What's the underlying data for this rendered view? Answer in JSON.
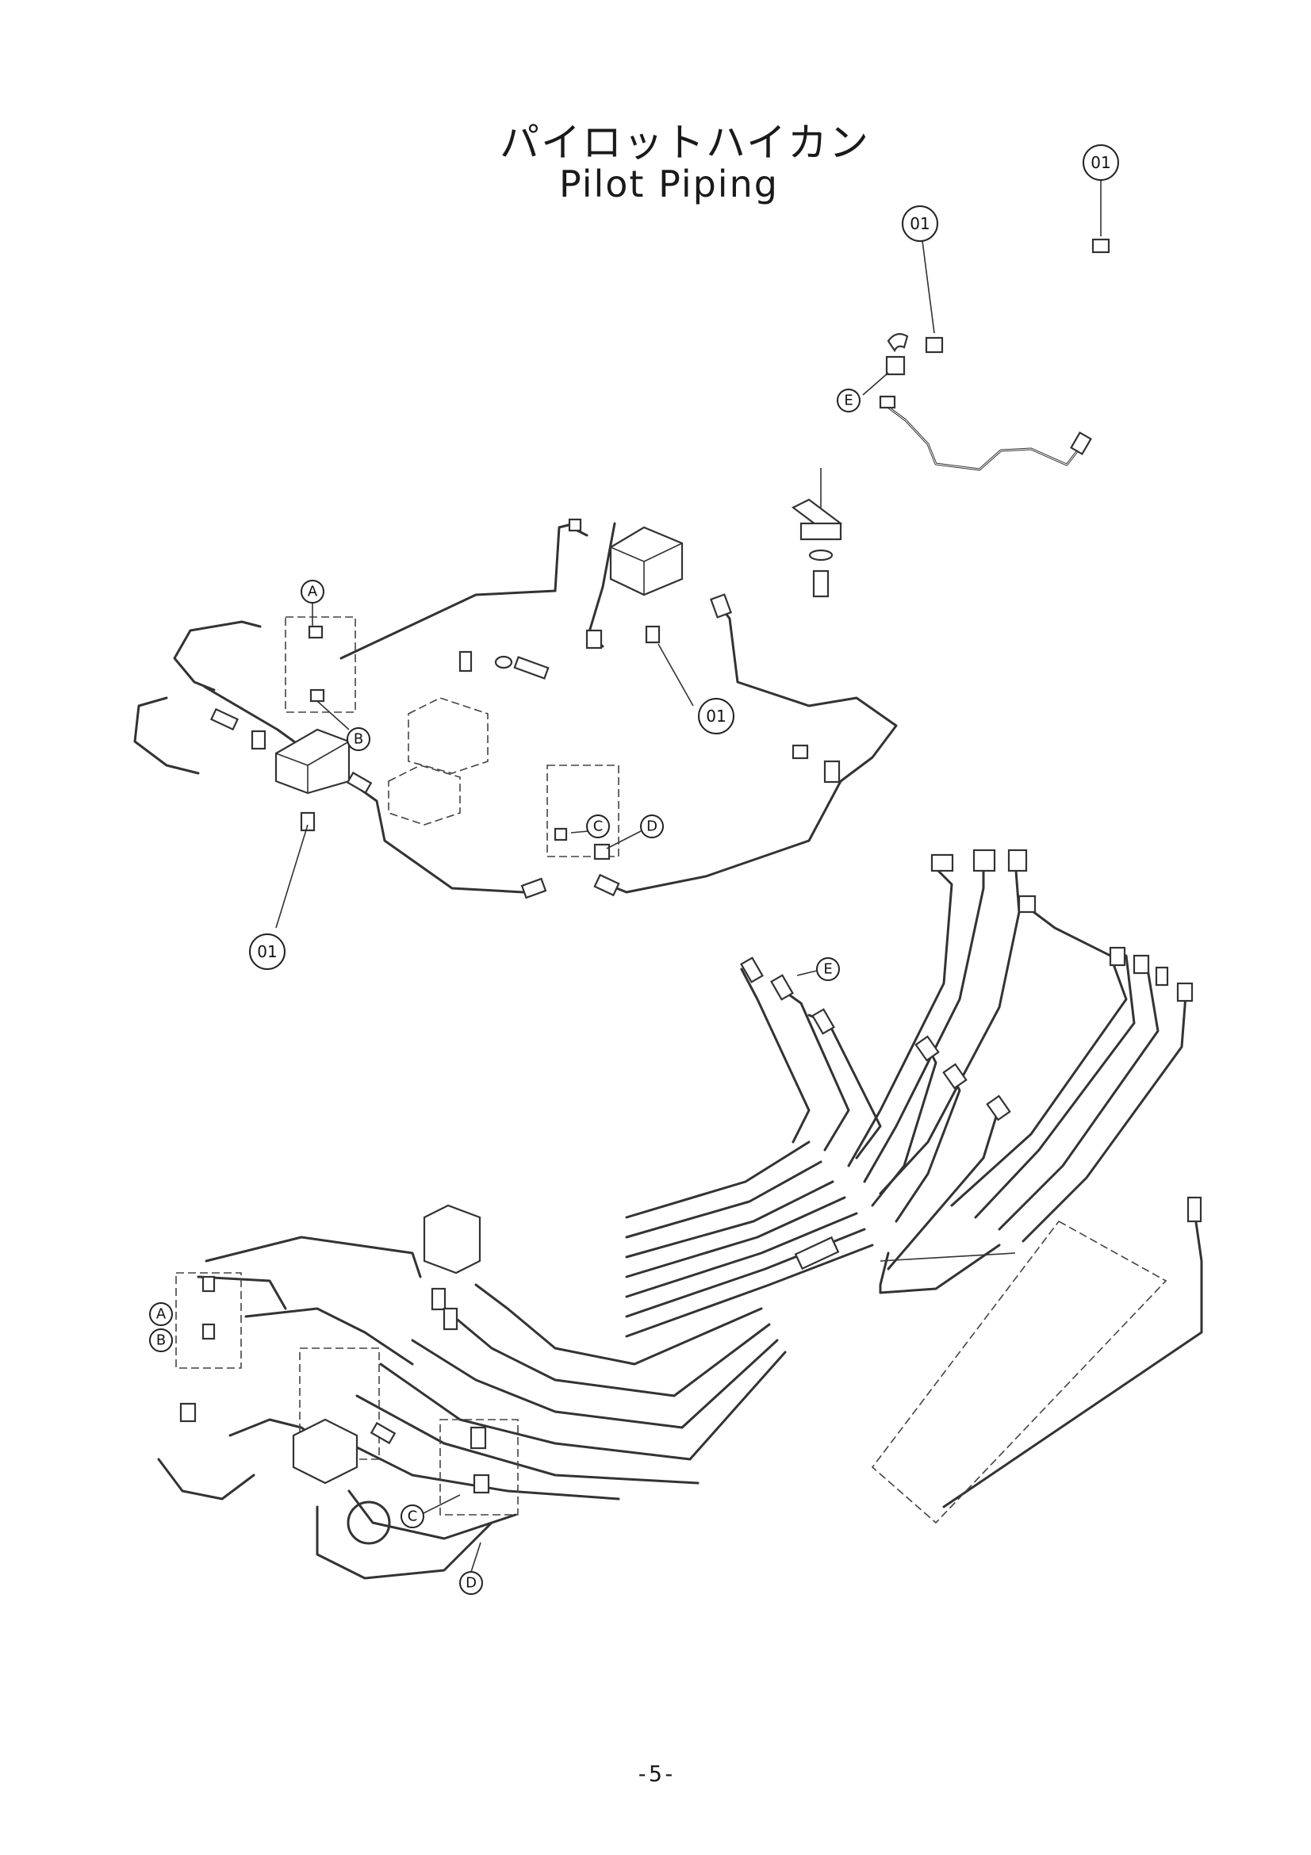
{
  "title": {
    "japanese": "パイロットハイカン",
    "english": "Pilot Piping"
  },
  "page_number": "-5-",
  "callouts": [
    {
      "id": "c01a",
      "label": "01"
    },
    {
      "id": "c01b",
      "label": "01"
    },
    {
      "id": "c01c",
      "label": "01"
    },
    {
      "id": "c01d",
      "label": "01"
    },
    {
      "id": "cA1",
      "label": "A"
    },
    {
      "id": "cB1",
      "label": "B"
    },
    {
      "id": "cC1",
      "label": "C"
    },
    {
      "id": "cD1",
      "label": "D"
    },
    {
      "id": "cE1",
      "label": "E"
    },
    {
      "id": "cE2",
      "label": "E"
    },
    {
      "id": "cA2",
      "label": "A"
    },
    {
      "id": "cB2",
      "label": "B"
    },
    {
      "id": "cC2",
      "label": "C"
    },
    {
      "id": "cD2",
      "label": "D"
    }
  ]
}
